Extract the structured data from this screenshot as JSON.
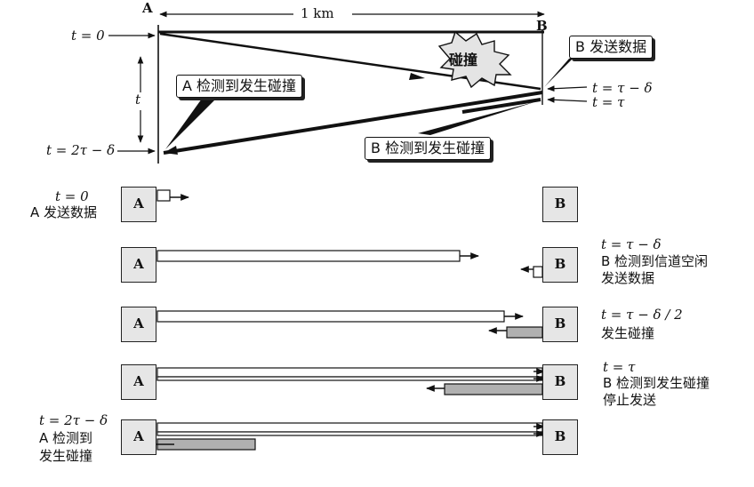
{
  "top": {
    "a_label": "A",
    "b_label": "B",
    "distance": "1 km",
    "t0": "t = 0",
    "t_axis": "t",
    "t_2tau": "t = 2τ − δ",
    "t_tau_minus_delta": "t = τ − δ",
    "t_tau": "t = τ",
    "collision_burst": "碰撞",
    "b_sends": "B 发送数据",
    "a_detects": "A 检测到发生碰撞",
    "b_detects": "B 检测到发生碰撞"
  },
  "stages": [
    {
      "left_time": "t = 0",
      "left_text": [
        "A 发送数据"
      ],
      "a": "A",
      "b": "B",
      "right_time": "",
      "right_text": []
    },
    {
      "left_time": "",
      "left_text": [],
      "a": "A",
      "b": "B",
      "right_time": "t = τ − δ",
      "right_text": [
        "B 检测到信道空闲",
        "发送数据"
      ]
    },
    {
      "left_time": "",
      "left_text": [],
      "a": "A",
      "b": "B",
      "right_time": "t = τ − δ / 2",
      "right_text": [
        "发生碰撞"
      ]
    },
    {
      "left_time": "",
      "left_text": [],
      "a": "A",
      "b": "B",
      "right_time": "t = τ",
      "right_text": [
        "B 检测到发生碰撞",
        "停止发送"
      ]
    },
    {
      "left_time": "t = 2τ − δ",
      "left_text": [
        "A 检测到",
        "发生碰撞"
      ],
      "a": "A",
      "b": "B",
      "right_time": "",
      "right_text": []
    }
  ],
  "colors": {
    "line": "#111111",
    "signal_b": "#b0b0b0",
    "station": "#e6e6e6"
  }
}
